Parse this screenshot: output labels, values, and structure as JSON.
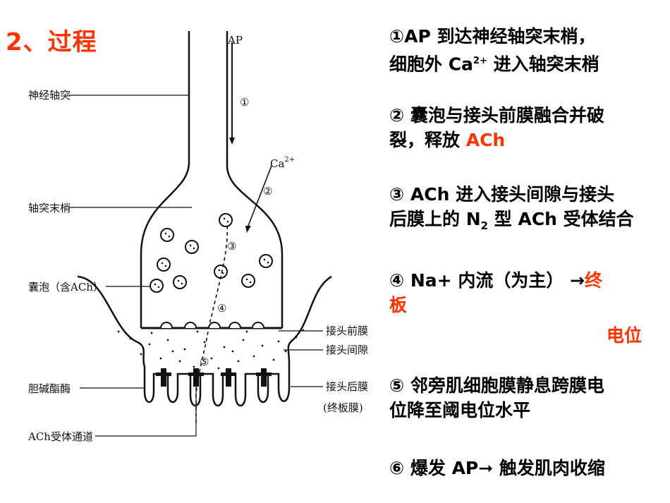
{
  "title": "2、过程",
  "diagram": {
    "labels": {
      "axon": "神经轴突",
      "terminal": "轴突末梢",
      "vesicle": "囊泡（含ACh）",
      "ache": "胆碱酯酶",
      "receptor": "ACh受体通道",
      "pre_membrane": "接头前膜",
      "cleft": "接头间隙",
      "post_membrane": "接头后膜",
      "endplate": "(终板膜)",
      "ap": "AP",
      "ca": "Ca",
      "ca_sup": "2+",
      "n1": "①",
      "n2": "②",
      "n3": "③",
      "n4": "④",
      "n5": "⑤"
    }
  },
  "steps": {
    "s1_line1": "①AP 到达神经轴突末梢，",
    "s1_line2a": "细胞外 Ca",
    "s1_sup": "2+",
    "s1_line2b": " 进入轴突末梢",
    "s2_line1": "② 囊泡与接头前膜融合并破",
    "s2_line2": "裂，释放 ",
    "s2_red": "ACh",
    "s3_line1": "③ ACh 进入接头间隙与接头",
    "s3_line2a": "后膜上的 N",
    "s3_sub": "2",
    "s3_line2b": " 型 ACh 受体结合",
    "s4_line1": "④ Na+ 内流（为主） →",
    "s4_red1": "终",
    "s4_red2": "板",
    "s4_red3": "电位",
    "s5_line1": "⑤ 邻旁肌细胞膜静息跨膜电",
    "s5_line2": "位降至阈电位水平",
    "s6_line1": "⑥ 爆发 AP➞ 触发肌肉收缩"
  }
}
